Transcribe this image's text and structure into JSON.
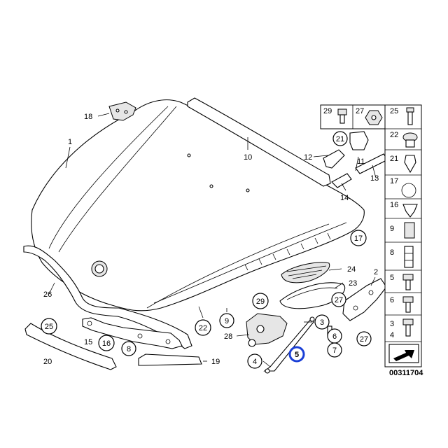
{
  "callouts": {
    "c1": "1",
    "c2": "2",
    "c3": "3",
    "c4": "4",
    "c5": "5",
    "c6": "6",
    "c7": "7",
    "c8": "8",
    "c9": "9",
    "c10": "10",
    "c11": "11",
    "c12": "12",
    "c13": "13",
    "c14": "14",
    "c15": "15",
    "c16": "16",
    "c17": "17",
    "c18": "18",
    "c19": "19",
    "c20": "20",
    "c21": "21",
    "c22": "22",
    "c23": "23",
    "c24": "24",
    "c25": "25",
    "c26": "26",
    "c27": "27",
    "c28": "28",
    "c29": "29"
  },
  "top_box": {
    "left_label": "29",
    "right_label": "27",
    "mid_label": "21",
    "bolt_label": "11"
  },
  "side_column": {
    "labels": [
      "25",
      "22",
      "21",
      "17",
      "16",
      "9",
      "8",
      "5",
      "6",
      "3",
      "4"
    ]
  },
  "highlight": {
    "label": "5",
    "color": "#1a3fd6"
  },
  "diagram_code": "00311704"
}
